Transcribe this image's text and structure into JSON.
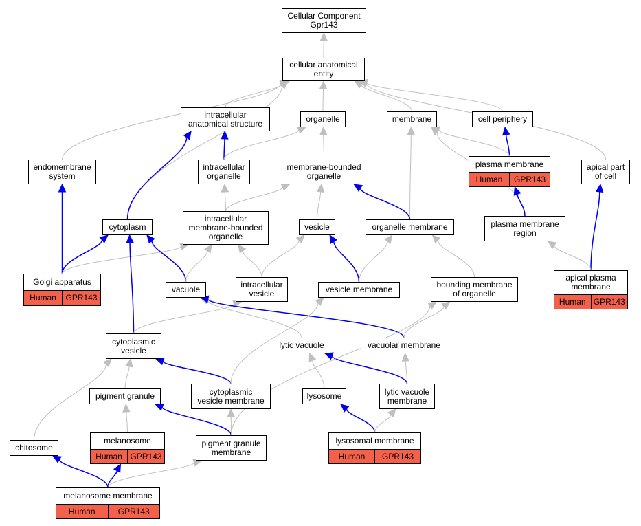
{
  "colors": {
    "isa_edge": "#bfbfbf",
    "partof_edge": "#0000ee",
    "annotation_bg": "#f4604a",
    "node_border": "#000000"
  },
  "nodes": {
    "root": {
      "label": "Cellular Component\nGpr143"
    },
    "cae": {
      "label": "cellular anatomical\nentity"
    },
    "ias": {
      "label": "intracellular\nanatomical structure"
    },
    "organelle": {
      "label": "organelle"
    },
    "membrane": {
      "label": "membrane"
    },
    "cellper": {
      "label": "cell periphery"
    },
    "endo": {
      "label": "endomembrane\nsystem"
    },
    "io": {
      "label": "intracellular\norganelle"
    },
    "mbo": {
      "label": "membrane-bounded\norganelle"
    },
    "pm": {
      "label": "plasma membrane",
      "annotations": [
        "Human",
        "GPR143"
      ]
    },
    "apical": {
      "label": "apical part\nof cell"
    },
    "cyto": {
      "label": "cytoplasm"
    },
    "imbo": {
      "label": "intracellular\nmembrane-bounded\norganelle"
    },
    "vesicle": {
      "label": "vesicle"
    },
    "orgmem": {
      "label": "organelle membrane"
    },
    "pmr": {
      "label": "plasma membrane\nregion"
    },
    "golgi": {
      "label": "Golgi apparatus",
      "annotations": [
        "Human",
        "GPR143"
      ]
    },
    "vacuole": {
      "label": "vacuole"
    },
    "iv": {
      "label": "intracellular\nvesicle"
    },
    "vm": {
      "label": "vesicle membrane"
    },
    "bmo": {
      "label": "bounding membrane\nof organelle"
    },
    "apm": {
      "label": "apical plasma\nmembrane",
      "annotations": [
        "Human",
        "GPR143"
      ]
    },
    "cv": {
      "label": "cytoplasmic\nvesicle"
    },
    "lv": {
      "label": "lytic vacuole"
    },
    "vacm": {
      "label": "vacuolar membrane"
    },
    "pg": {
      "label": "pigment granule"
    },
    "cvm": {
      "label": "cytoplasmic\nvesicle membrane"
    },
    "lys": {
      "label": "lysosome"
    },
    "lvm": {
      "label": "lytic vacuole\nmembrane"
    },
    "chito": {
      "label": "chitosome"
    },
    "mel": {
      "label": "melanosome",
      "annotations": [
        "Human",
        "GPR143"
      ]
    },
    "pgm": {
      "label": "pigment granule\nmembrane"
    },
    "lysm": {
      "label": "lysosomal membrane",
      "annotations": [
        "Human",
        "GPR143"
      ]
    },
    "melm": {
      "label": "melanosome membrane",
      "annotations": [
        "Human",
        "GPR143"
      ]
    }
  },
  "edges": [
    {
      "from": "cae",
      "to": "root",
      "relation": "is_a"
    },
    {
      "from": "ias",
      "to": "cae",
      "relation": "is_a"
    },
    {
      "from": "organelle",
      "to": "cae",
      "relation": "is_a"
    },
    {
      "from": "membrane",
      "to": "cae",
      "relation": "is_a"
    },
    {
      "from": "cellper",
      "to": "cae",
      "relation": "is_a"
    },
    {
      "from": "endo",
      "to": "cae",
      "relation": "is_a"
    },
    {
      "from": "cyto",
      "to": "cae",
      "relation": "is_a"
    },
    {
      "from": "apical",
      "to": "cae",
      "relation": "is_a"
    },
    {
      "from": "io",
      "to": "ias",
      "relation": "part_of"
    },
    {
      "from": "io",
      "to": "organelle",
      "relation": "is_a"
    },
    {
      "from": "mbo",
      "to": "organelle",
      "relation": "is_a"
    },
    {
      "from": "pm",
      "to": "cellper",
      "relation": "part_of"
    },
    {
      "from": "pm",
      "to": "membrane",
      "relation": "is_a"
    },
    {
      "from": "orgmem",
      "to": "membrane",
      "relation": "is_a"
    },
    {
      "from": "orgmem",
      "to": "mbo",
      "relation": "part_of"
    },
    {
      "from": "pmr",
      "to": "membrane",
      "relation": "is_a"
    },
    {
      "from": "pmr",
      "to": "pm",
      "relation": "part_of"
    },
    {
      "from": "cyto",
      "to": "ias",
      "relation": "part_of"
    },
    {
      "from": "imbo",
      "to": "io",
      "relation": "is_a"
    },
    {
      "from": "imbo",
      "to": "mbo",
      "relation": "is_a"
    },
    {
      "from": "vesicle",
      "to": "mbo",
      "relation": "is_a"
    },
    {
      "from": "golgi",
      "to": "endo",
      "relation": "part_of"
    },
    {
      "from": "golgi",
      "to": "cyto",
      "relation": "part_of"
    },
    {
      "from": "golgi",
      "to": "imbo",
      "relation": "is_a"
    },
    {
      "from": "vacuole",
      "to": "cyto",
      "relation": "part_of"
    },
    {
      "from": "vacuole",
      "to": "imbo",
      "relation": "is_a"
    },
    {
      "from": "iv",
      "to": "imbo",
      "relation": "is_a"
    },
    {
      "from": "iv",
      "to": "vesicle",
      "relation": "is_a"
    },
    {
      "from": "vm",
      "to": "vesicle",
      "relation": "part_of"
    },
    {
      "from": "vm",
      "to": "orgmem",
      "relation": "is_a"
    },
    {
      "from": "bmo",
      "to": "orgmem",
      "relation": "is_a"
    },
    {
      "from": "apm",
      "to": "apical",
      "relation": "part_of"
    },
    {
      "from": "apm",
      "to": "pmr",
      "relation": "is_a"
    },
    {
      "from": "cv",
      "to": "cyto",
      "relation": "part_of"
    },
    {
      "from": "cv",
      "to": "iv",
      "relation": "is_a"
    },
    {
      "from": "lv",
      "to": "vacuole",
      "relation": "is_a"
    },
    {
      "from": "vacm",
      "to": "vacuole",
      "relation": "part_of"
    },
    {
      "from": "vacm",
      "to": "bmo",
      "relation": "is_a"
    },
    {
      "from": "pg",
      "to": "cv",
      "relation": "is_a"
    },
    {
      "from": "cvm",
      "to": "cv",
      "relation": "part_of"
    },
    {
      "from": "cvm",
      "to": "vm",
      "relation": "is_a"
    },
    {
      "from": "lys",
      "to": "lv",
      "relation": "is_a"
    },
    {
      "from": "lvm",
      "to": "lv",
      "relation": "part_of"
    },
    {
      "from": "lvm",
      "to": "vacm",
      "relation": "is_a"
    },
    {
      "from": "chito",
      "to": "cv",
      "relation": "is_a"
    },
    {
      "from": "mel",
      "to": "pg",
      "relation": "is_a"
    },
    {
      "from": "pgm",
      "to": "pg",
      "relation": "part_of"
    },
    {
      "from": "pgm",
      "to": "cvm",
      "relation": "is_a"
    },
    {
      "from": "pgm",
      "to": "bmo",
      "relation": "is_a"
    },
    {
      "from": "lysm",
      "to": "lys",
      "relation": "part_of"
    },
    {
      "from": "lysm",
      "to": "lvm",
      "relation": "is_a"
    },
    {
      "from": "melm",
      "to": "mel",
      "relation": "part_of"
    },
    {
      "from": "melm",
      "to": "pgm",
      "relation": "is_a"
    },
    {
      "from": "melm",
      "to": "chito",
      "relation": "part_of"
    }
  ]
}
